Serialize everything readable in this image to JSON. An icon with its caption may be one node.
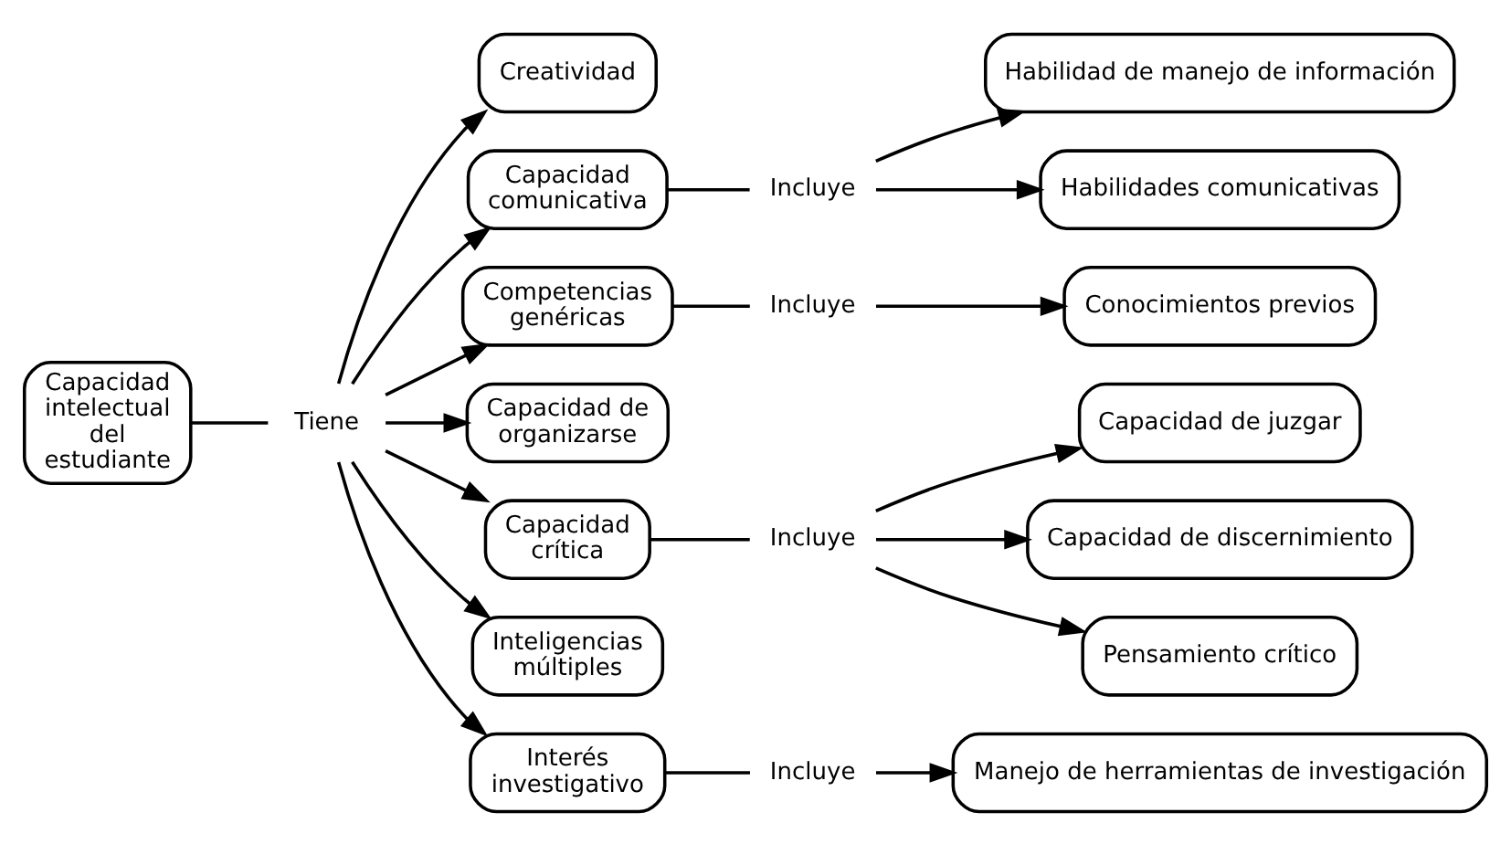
{
  "diagram": {
    "nodes": [
      {
        "text": [
          "Capacidad intelectual del estudiante"
        ]
      },
      {
        "text": [
          "Tiene"
        ]
      },
      {
        "text": [
          "Creatividad"
        ]
      },
      {
        "text": [
          "Capacidad comunicativa"
        ]
      },
      {
        "text": [
          "Competencias genéricas"
        ]
      },
      {
        "text": [
          "Capacidad de organizarse"
        ]
      },
      {
        "text": [
          "Capacidad crítica"
        ]
      },
      {
        "text": [
          "Inteligencias múltiples"
        ]
      },
      {
        "text": [
          "Interés investigativo"
        ]
      },
      {
        "text": [
          "Incluye"
        ]
      },
      {
        "text": [
          "Habilidad de manejo de información"
        ]
      },
      {
        "text": [
          "Habilidades comunicativas"
        ]
      },
      {
        "text": [
          "Incluye"
        ]
      },
      {
        "text": [
          "Conocimientos previos"
        ]
      },
      {
        "text": [
          "Incluye"
        ]
      },
      {
        "text": [
          "Capacidad de juzgar"
        ]
      },
      {
        "text": [
          "Capacidad de discernimiento"
        ]
      },
      {
        "text": [
          "Pensamiento crítico"
        ]
      },
      {
        "text": [
          "Incluye"
        ]
      },
      {
        "text": [
          "Manejo de herramientas de investigación"
        ]
      }
    ],
    "edges": [
      {
        "from": 0,
        "to": 1,
        "arrow": "none"
      },
      {
        "from": 1,
        "to": 2,
        "arrow": "to"
      },
      {
        "from": 1,
        "to": 3,
        "arrow": "to"
      },
      {
        "from": 1,
        "to": 4,
        "arrow": "to"
      },
      {
        "from": 1,
        "to": 5,
        "arrow": "to"
      },
      {
        "from": 1,
        "to": 6,
        "arrow": "to"
      },
      {
        "from": 1,
        "to": 7,
        "arrow": "to"
      },
      {
        "from": 1,
        "to": 8,
        "arrow": "to"
      },
      {
        "from": 3,
        "to": 9,
        "arrow": "none"
      },
      {
        "from": 9,
        "to": 10,
        "arrow": "to"
      },
      {
        "from": 9,
        "to": 11,
        "arrow": "to"
      },
      {
        "from": 4,
        "to": 12,
        "arrow": "none"
      },
      {
        "from": 12,
        "to": 13,
        "arrow": "to"
      },
      {
        "from": 6,
        "to": 14,
        "arrow": "none"
      },
      {
        "from": 14,
        "to": 15,
        "arrow": "to"
      },
      {
        "from": 14,
        "to": 16,
        "arrow": "to"
      },
      {
        "from": 14,
        "to": 17,
        "arrow": "to"
      },
      {
        "from": 8,
        "to": 18,
        "arrow": "none"
      },
      {
        "from": 18,
        "to": 19,
        "arrow": "to"
      }
    ]
  }
}
